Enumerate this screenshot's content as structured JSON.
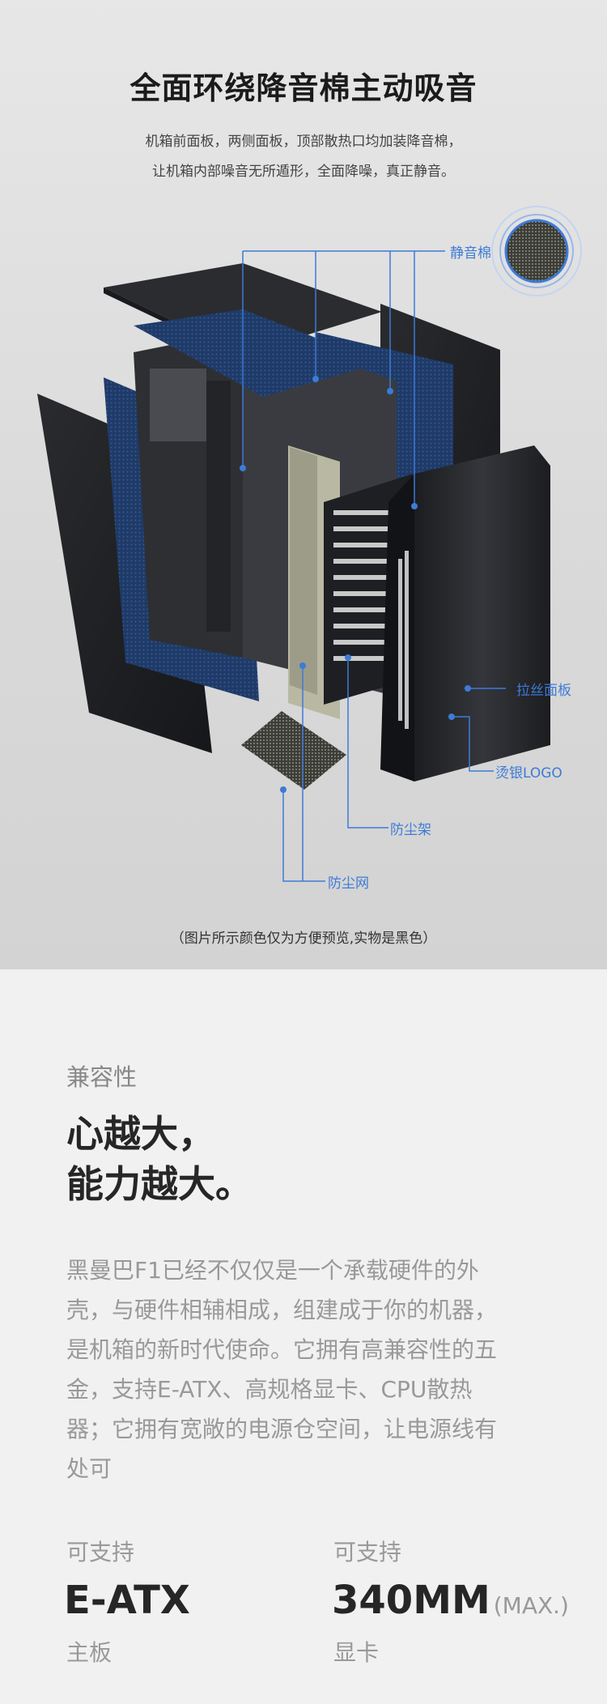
{
  "header": {
    "title": "全面环绕降音棉主动吸音",
    "description_lines": [
      "机箱前面板，两侧面板，顶部散热口均加装降音棉，",
      "让机箱内部噪音无所遁形，全面降噪，真正静音。"
    ]
  },
  "callouts": {
    "foam": "静音棉",
    "brushed_panel": "拉丝面板",
    "silver_logo": "烫银LOGO",
    "dust_rack": "防尘架",
    "dust_filter": "防尘网"
  },
  "caption": "（图片所示颜色仅为方便预览,实物是黑色）",
  "accent_color": "#3d7bd6",
  "section": {
    "kicker": "兼容性",
    "headline_lines": [
      "心越大，",
      "能力越大。"
    ],
    "body_lines": [
      "黑曼巴F1已经不仅仅是一个承载硬件的外",
      "壳，与硬件相辅相成，组建成于你的机器，",
      "是机箱的新时代使命。它拥有高兼容性的五",
      "金，支持E-ATX、高规格显卡、CPU散热",
      "器；它拥有宽敞的电源仓空间，让电源线有",
      "处可"
    ]
  },
  "specs": [
    {
      "label": "可支持",
      "value": "E-ATX",
      "suffix": "",
      "sub": "主板"
    },
    {
      "label": "可支持",
      "value": "340MM",
      "suffix": "(MAX.)",
      "sub": "显卡"
    }
  ]
}
